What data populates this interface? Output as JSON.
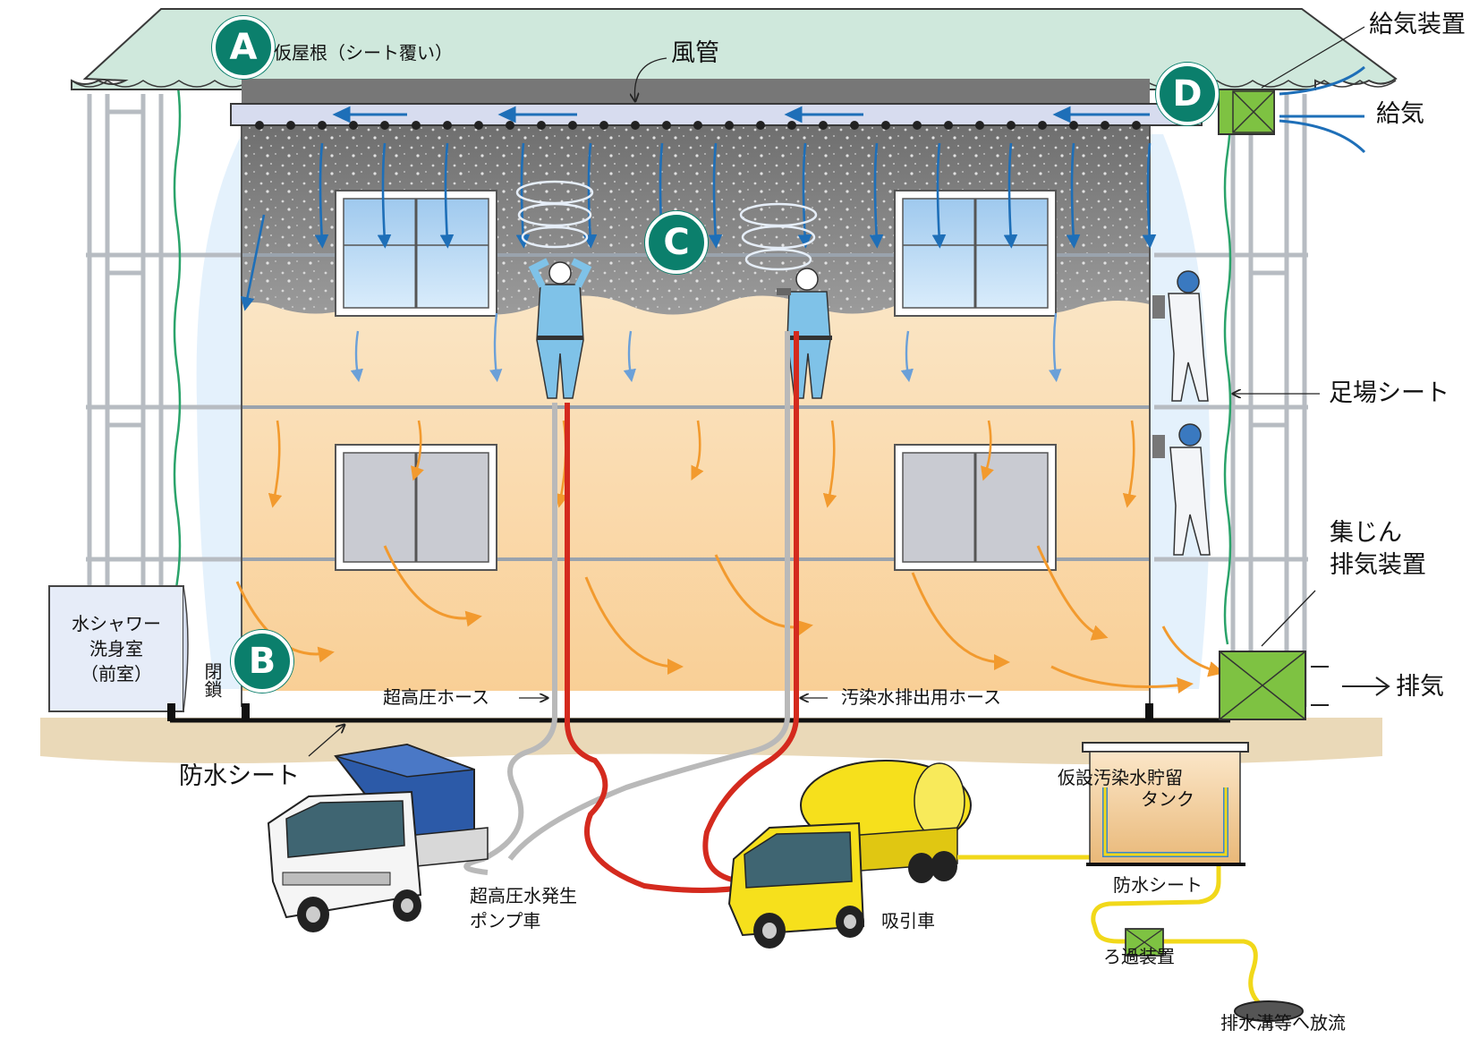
{
  "labels": {
    "temp_roof": "仮屋根（シート覆い）",
    "air_duct": "風管",
    "supply_device": "給気装置",
    "supply_air": "給気",
    "scaffold_sheet": "足場シート",
    "dust_exhaust_device_line1": "集じん",
    "dust_exhaust_device_line2": "排気装置",
    "exhaust": "排気",
    "shower_room_line1": "水シャワー",
    "shower_room_line2": "洗身室",
    "shower_room_line3": "（前室）",
    "closed": "閉鎖",
    "high_pressure_hose": "超高圧ホース",
    "contaminated_water_hose": "汚染水排出用ホース",
    "waterproof_sheet_ground": "防水シート",
    "temp_tank_line1": "仮設汚染水貯留",
    "temp_tank_line2": "タンク",
    "waterproof_sheet_tank": "防水シート",
    "pump_truck_line1": "超高圧水発生",
    "pump_truck_line2": "ポンプ車",
    "suction_truck": "吸引車",
    "filter_device": "ろ過装置",
    "discharge": "排水溝等へ放流"
  },
  "badges": {
    "a": "A",
    "b": "B",
    "c": "C",
    "d": "D"
  },
  "colors": {
    "roof": "#cfe8dc",
    "roof_edge": "#3a3a3a",
    "duct": "#d7dcef",
    "dust_upper": "#8c8c8c",
    "wall_warm": "#fbe3c4",
    "airflow_blue": "#1e6fb8",
    "airflow_orange": "#f29a2e",
    "badge": "#0b7f6c",
    "device_green": "#7ec242",
    "ground": "#ead9b8",
    "pump_truck_box": "#2c5aa8",
    "suction_truck": "#f6e01c",
    "hose_red": "#d42a1e",
    "hose_grey": "#b9b9b9",
    "yellow_pipe": "#f1d81a"
  }
}
